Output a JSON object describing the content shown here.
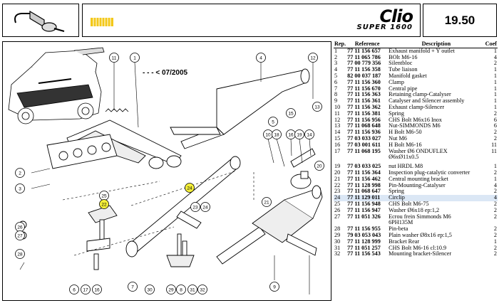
{
  "header": {
    "model_name": "Clio",
    "model_sub": "SUPER 1600",
    "page_number": "19.50"
  },
  "diagram": {
    "date_note": "- - - < 07/2005",
    "callouts": [
      "11",
      "1",
      "4",
      "12",
      "13",
      "2",
      "3",
      "5",
      "10",
      "18",
      "16",
      "19",
      "14",
      "15",
      "20",
      "21",
      "9",
      "26",
      "27",
      "28",
      "25",
      "22",
      "24",
      "23",
      "24",
      "6",
      "17",
      "16",
      "7",
      "30",
      "29",
      "8",
      "31",
      "32"
    ]
  },
  "table": {
    "headers": {
      "rep": "Rep.",
      "ref": "Reference",
      "desc": "Description",
      "coef": "Coef"
    },
    "rows": [
      {
        "rep": "1",
        "ref": "77 11 156 657",
        "desc": "Exhaust manifold + Y outlet",
        "coef": "1"
      },
      {
        "rep": "2",
        "ref": "77 11 065 786",
        "desc": "BOlt M6-16",
        "coef": "4"
      },
      {
        "rep": "3",
        "ref": "77 00 779 356",
        "desc": "Silentbloc",
        "coef": "2"
      },
      {
        "rep": "4",
        "ref": "77 11 156 358",
        "desc": "Tube liaison",
        "coef": "1"
      },
      {
        "rep": "5",
        "ref": "82 00 037 187",
        "desc": "Manifold gasket",
        "coef": "1"
      },
      {
        "rep": "6",
        "ref": "77 11 156 360",
        "desc": "Clamp",
        "coef": "1"
      },
      {
        "rep": "7",
        "ref": "77 11 156 670",
        "desc": "Central pipe",
        "coef": "1"
      },
      {
        "rep": "8",
        "ref": "77 11 156 363",
        "desc": "Retaining clamp-Catalyser",
        "coef": "1"
      },
      {
        "rep": "9",
        "ref": "77 11 156 361",
        "desc": "Catalyser and Silencer assembly",
        "coef": "1"
      },
      {
        "rep": "10",
        "ref": "77 11 156 362",
        "desc": "Exhaust clamp-Silencer",
        "coef": "1"
      },
      {
        "rep": "11",
        "ref": "77 11 156 381",
        "desc": "Spring",
        "coef": "2"
      },
      {
        "rep": "12",
        "ref": "77 11 156 956",
        "desc": "CHS Bolt M6x16 Inox",
        "coef": "6"
      },
      {
        "rep": "13",
        "ref": "77 11 068 648",
        "desc": "Nut-SIMMONDS M6",
        "coef": "6"
      },
      {
        "rep": "14",
        "ref": "77 11 156 936",
        "desc": "H Bolt M6-50",
        "coef": "2"
      },
      {
        "rep": "15",
        "ref": "77 03 033 027",
        "desc": "Nut M6",
        "coef": "2"
      },
      {
        "rep": "16",
        "ref": "77 03 001 611",
        "desc": "H Bolt M6-16",
        "coef": "11"
      },
      {
        "rep": "17",
        "ref": "77 11 068 195",
        "desc": "Washer Ø6 ONDUFLEX",
        "desc2": "Ø6xØ11x0.5",
        "coef": "11"
      },
      {
        "gap": true
      },
      {
        "rep": "19",
        "ref": "77 03 033 025",
        "desc": "nut HRDL M8",
        "coef": "1"
      },
      {
        "rep": "20",
        "ref": "77 11 156 364",
        "desc": "Inspection plug-catalytic converter",
        "coef": "2"
      },
      {
        "rep": "21",
        "ref": "77 11 156 462",
        "desc": "Central mounting bracket",
        "coef": "1"
      },
      {
        "rep": "22",
        "ref": "77 11 128 998",
        "desc": "Pin-Mounting-Catalyser",
        "coef": "4"
      },
      {
        "rep": "23",
        "ref": "77 11 068 647",
        "desc": "Spring",
        "coef": "2"
      },
      {
        "rep": "24",
        "ref": "77 11 129 011",
        "desc": "Circlip",
        "coef": "4",
        "hl": true
      },
      {
        "rep": "25",
        "ref": "77 11 156 948",
        "desc": "CHS Bolt M6-75",
        "coef": "2"
      },
      {
        "rep": "26",
        "ref": "77 11 156 947",
        "desc": "Washer Ø6x18 ep:1,2",
        "coef": "2"
      },
      {
        "rep": "27",
        "ref": "77 11 051 326",
        "desc": "Ecrou frein Simmonds M6",
        "desc2": "6PH135M",
        "coef": "2"
      },
      {
        "rep": "28",
        "ref": "77 11 156 955",
        "desc": "Pin-beta",
        "coef": "2"
      },
      {
        "rep": "29",
        "ref": "79 03 053 043",
        "desc": "Plain washer Ø8x16 ep:1,5",
        "coef": "2"
      },
      {
        "rep": "30",
        "ref": "77 11 128 999",
        "desc": "Bracket Rear",
        "coef": "1"
      },
      {
        "rep": "31",
        "ref": "77 11 051 257",
        "desc": "CHS Bolt M6-16 cl:10.9",
        "coef": "2"
      },
      {
        "rep": "32",
        "ref": "77 11 156 543",
        "desc": "Mounting bracket-Silencer",
        "coef": "2"
      }
    ]
  }
}
